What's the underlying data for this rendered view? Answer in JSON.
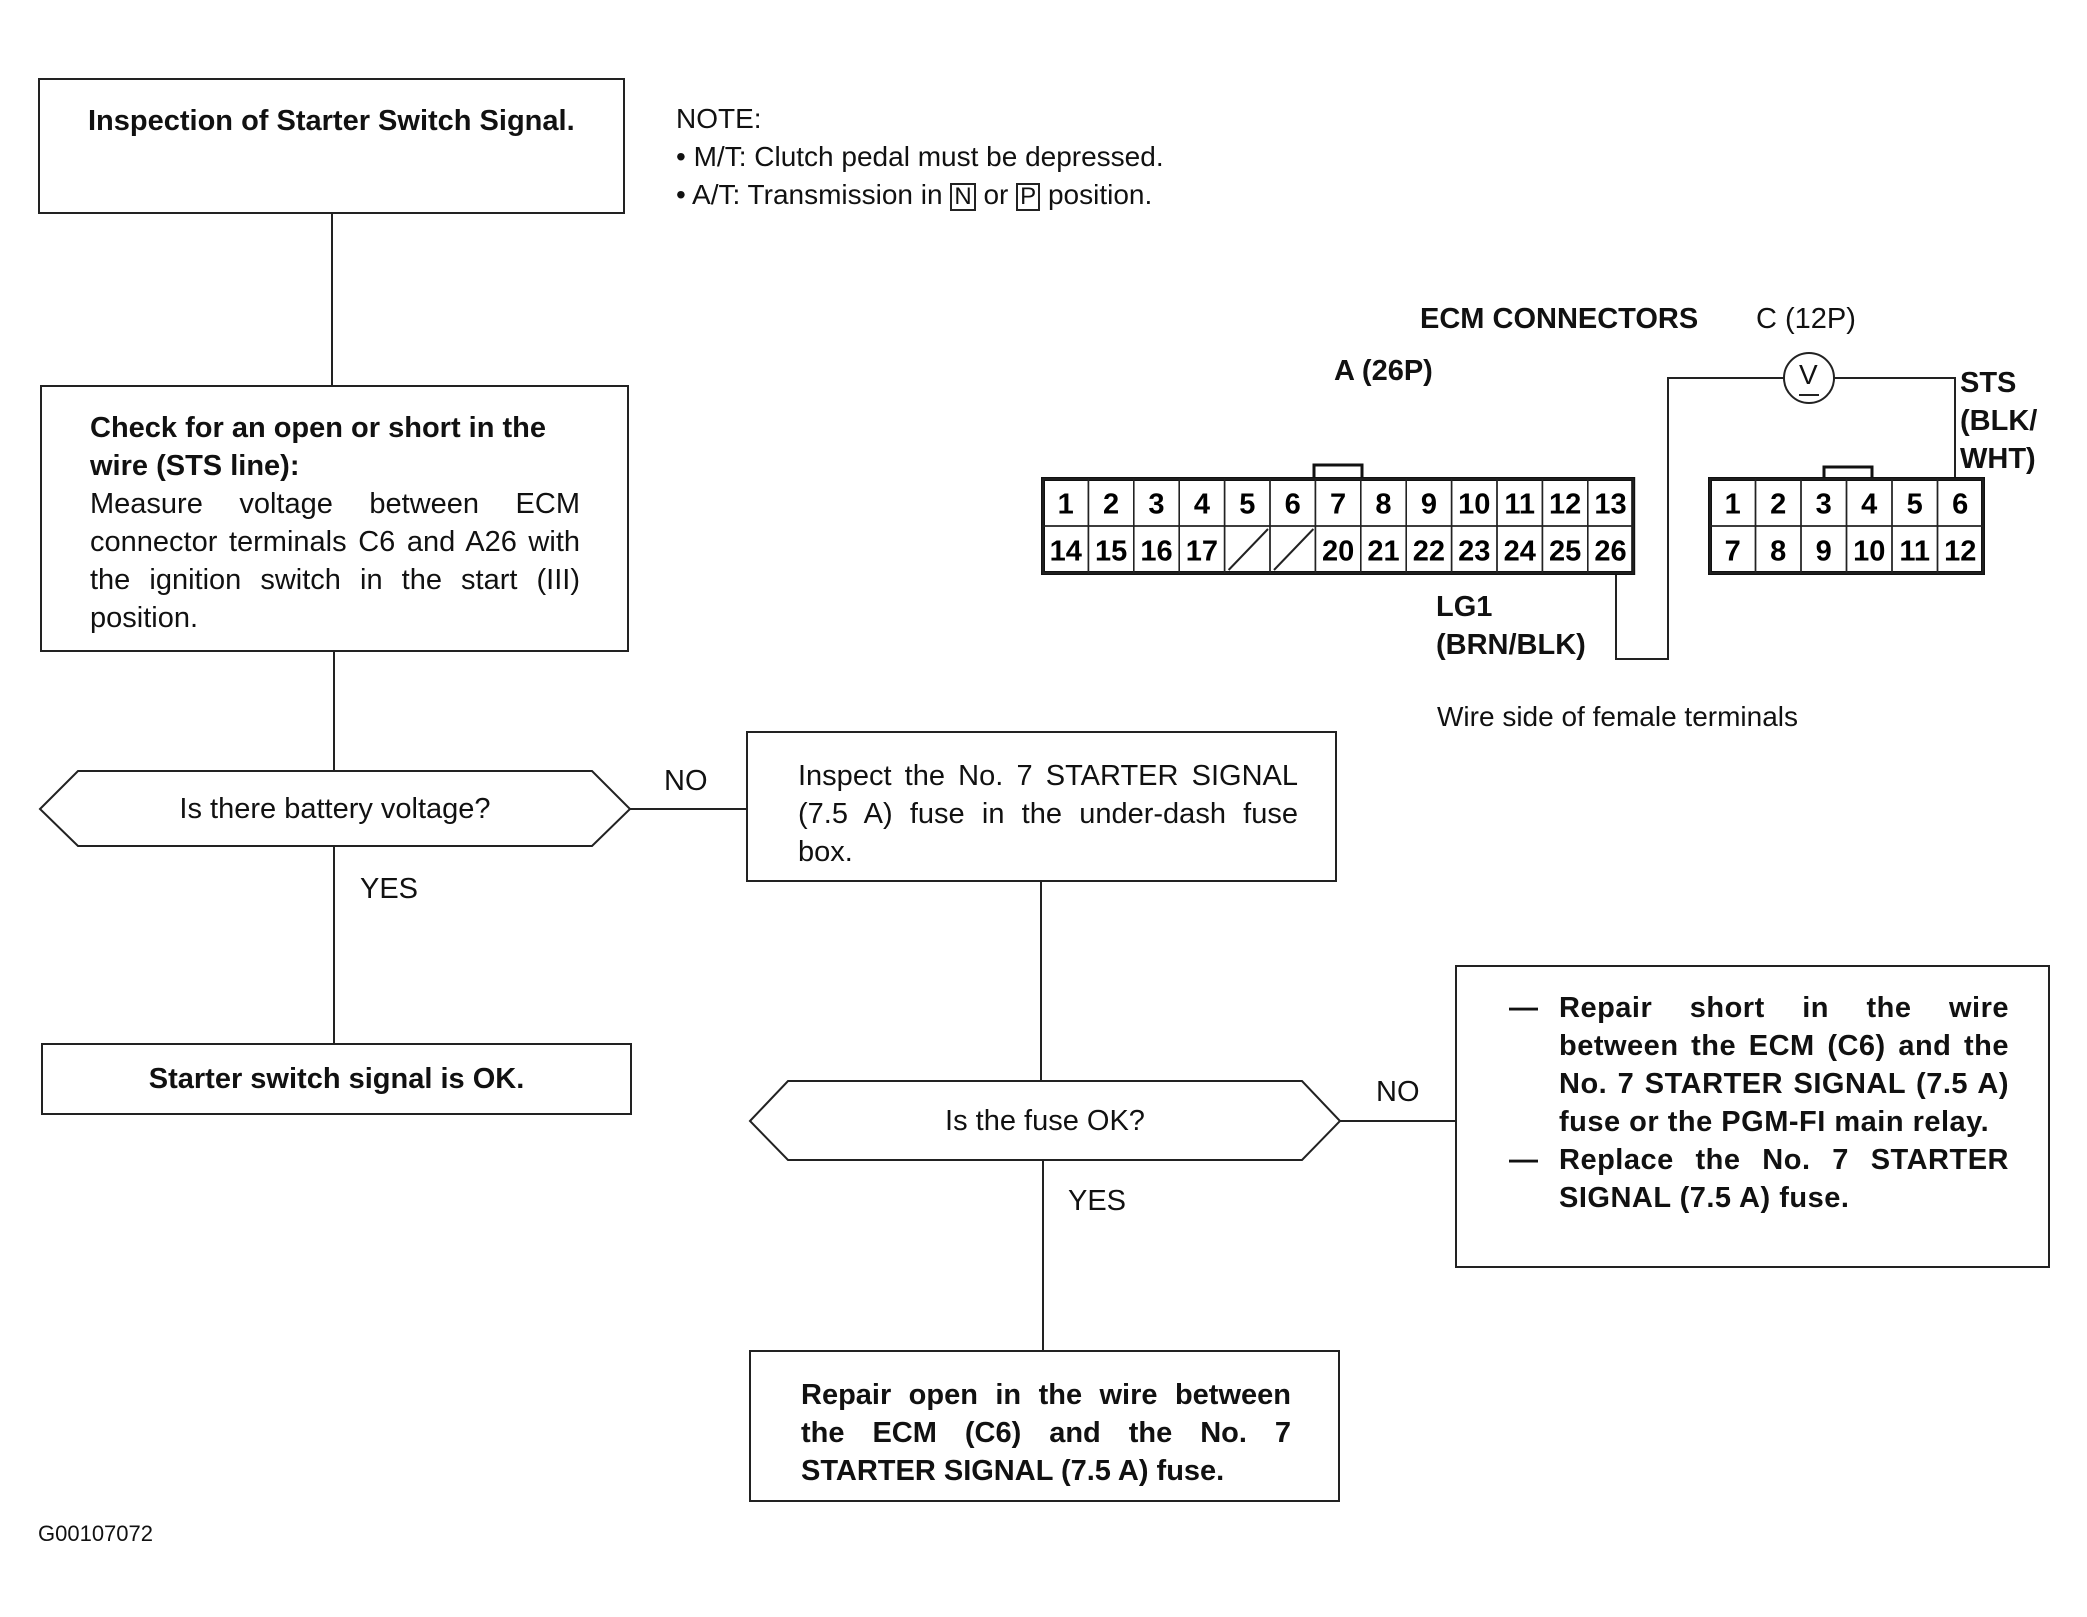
{
  "flowchart": {
    "start_box": "Inspection of Starter Switch Signal.",
    "check_box": {
      "title": "Check for an open or short in the wire (STS line):",
      "body": "Measure voltage between ECM connector terminals C6 and A26 with the ignition switch in the start (III) position."
    },
    "decision1": "Is there battery voltage?",
    "decision1_no": "NO",
    "decision1_yes": "YES",
    "ok_box": "Starter switch signal is OK.",
    "inspect_box": "Inspect the No. 7 STARTER SIGNAL (7.5 A) fuse in the under-dash fuse box.",
    "decision2": "Is the fuse OK?",
    "decision2_no": "NO",
    "decision2_yes": "YES",
    "short_box": {
      "items": [
        "Repair short in the wire between the ECM (C6) and the No. 7 STARTER SIGNAL (7.5 A) fuse or the PGM-FI main relay.",
        "Replace the No. 7 STARTER SIGNAL (7.5 A) fuse."
      ],
      "dash": "—"
    },
    "open_box": "Repair open in the wire between the ECM (C6) and the No. 7 STARTER SIGNAL (7.5 A) fuse."
  },
  "note": {
    "title": "NOTE:",
    "line1": "M/T: Clutch pedal must be depressed.",
    "line2_pre": "A/T: Transmission in",
    "key_n": "N",
    "line2_mid": "or",
    "key_p": "P",
    "line2_post": "position.",
    "bullet": "•"
  },
  "connectors": {
    "title": "ECM CONNECTORS",
    "a_label": "A (26P)",
    "c_label": "C (12P)",
    "a_row1": [
      "1",
      "2",
      "3",
      "4",
      "5",
      "6",
      "7",
      "8",
      "9",
      "10",
      "11",
      "12",
      "13"
    ],
    "a_row2": [
      "14",
      "15",
      "16",
      "17",
      "",
      "",
      "20",
      "21",
      "22",
      "23",
      "24",
      "25",
      "26"
    ],
    "c_row1": [
      "1",
      "2",
      "3",
      "4",
      "5",
      "6"
    ],
    "c_row2": [
      "7",
      "8",
      "9",
      "10",
      "11",
      "12"
    ],
    "meter": "V",
    "sts_label": [
      "STS",
      "(BLK/",
      "WHT)"
    ],
    "lg1_label": [
      "LG1",
      "(BRN/BLK)"
    ],
    "caption": "Wire side of female terminals"
  },
  "figure_id": "G00107072"
}
